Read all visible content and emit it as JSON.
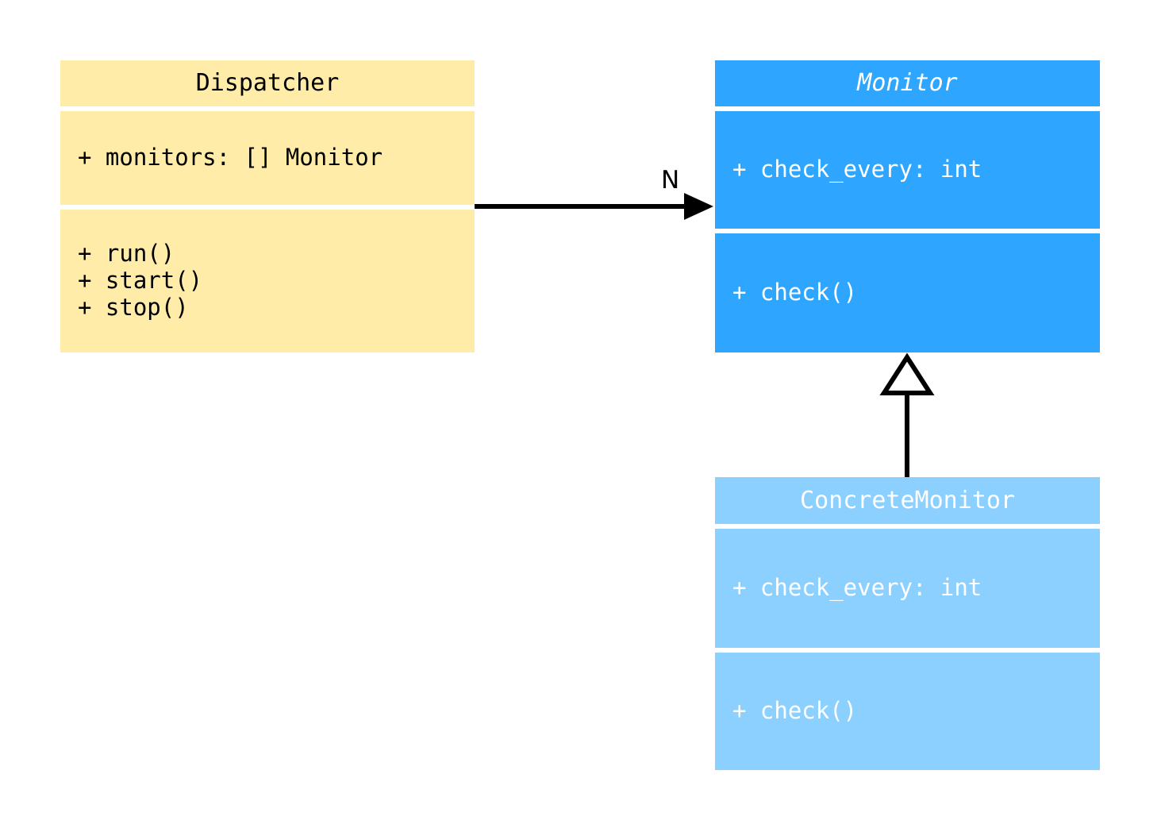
{
  "diagram": {
    "type": "uml-class-diagram",
    "background_color": "#FFFFFF"
  },
  "classes": [
    {
      "id": "dispatcher",
      "name": "Dispatcher",
      "abstract": false,
      "fill_color": "#FFECA8",
      "text_color": "#000000",
      "attributes": [
        "+ monitors: [] Monitor"
      ],
      "methods": [
        "+ run()",
        "+ start()",
        "+ stop()"
      ]
    },
    {
      "id": "monitor",
      "name": "Monitor",
      "abstract": true,
      "fill_color": "#2EA6FF",
      "text_color": "#FFFFFF",
      "attributes": [
        "+ check_every: int"
      ],
      "methods": [
        "+ check()"
      ]
    },
    {
      "id": "concrete_monitor",
      "name": "ConcreteMonitor",
      "abstract": false,
      "fill_color": "#8CD0FF",
      "text_color": "#FFFFFF",
      "attributes": [
        "+ check_every: int"
      ],
      "methods": [
        "+ check()"
      ]
    }
  ],
  "relationships": [
    {
      "id": "dispatcher-to-monitor",
      "kind": "association",
      "from": "Dispatcher",
      "to": "Monitor",
      "multiplicity_label": "N",
      "arrowhead": "solid-filled",
      "line_color": "#000000"
    },
    {
      "id": "concrete-monitor-to-monitor",
      "kind": "generalization",
      "from": "ConcreteMonitor",
      "to": "Monitor",
      "arrowhead": "hollow-triangle",
      "line_color": "#000000"
    }
  ]
}
